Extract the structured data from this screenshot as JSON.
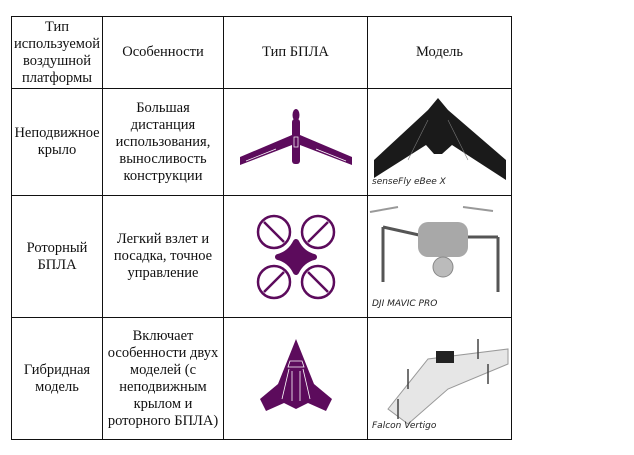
{
  "headers": [
    "Тип используемой воздушной платформы",
    "Особенности",
    "Тип БПЛА",
    "Модель"
  ],
  "rows": [
    {
      "type": "Неподвижное крыло",
      "features": "Большая дистанция использования, выносливость конструкции",
      "icon": "fixed-wing-icon",
      "model": "senseFly eBee X"
    },
    {
      "type": "Роторный БПЛА",
      "features": "Легкий взлет и посадка, точное управление",
      "icon": "quadcopter-icon",
      "model": "DJI MAVIC PRO"
    },
    {
      "type": "Гибридная модель",
      "features": "Включает особенности двух моделей (с неподвижным крылом и роторного БПЛА)",
      "icon": "hybrid-drone-icon",
      "model": "Falcon Vertigo"
    }
  ],
  "colors": {
    "icon": "#5c0b5c",
    "border": "#111111"
  }
}
